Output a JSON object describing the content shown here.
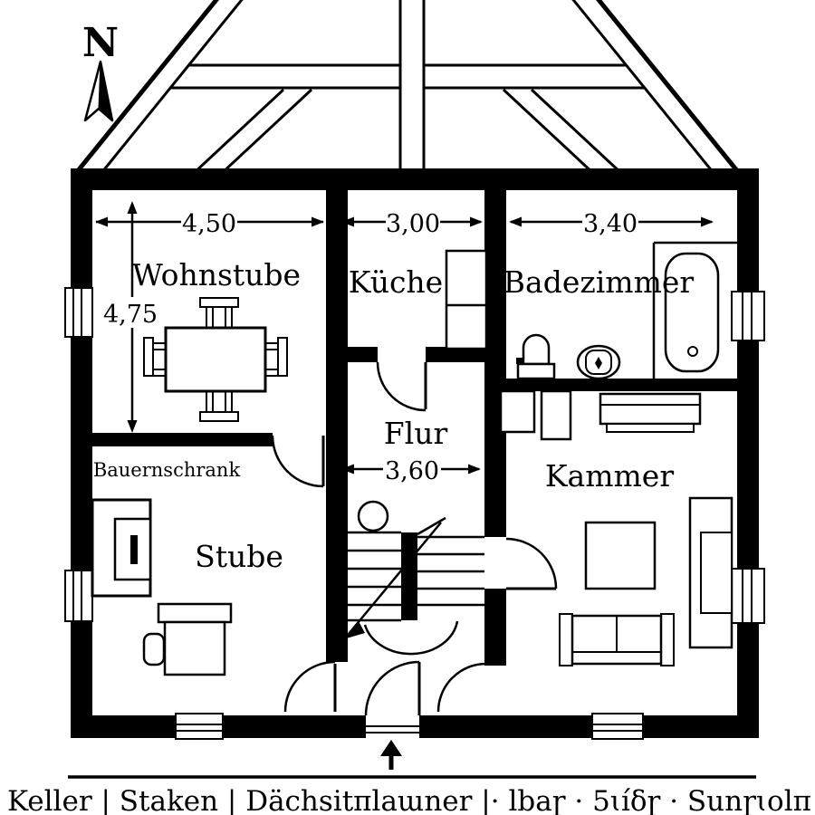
{
  "compass": {
    "label": "N"
  },
  "rooms": {
    "wohnstube": "Wohnstube",
    "kueche": "Küche",
    "badezimmer": "Badezimmer",
    "flur": "Flur",
    "kammer": "Kammer",
    "stube": "Stube"
  },
  "dimensions": {
    "wohnstube_width": "4,50",
    "kueche_width": "3,00",
    "badezimmer_width": "3,40",
    "left_height": "4,75",
    "flur_width": "3,60"
  },
  "annotations": {
    "bauernschrank": "Bauernschrank"
  },
  "caption": "Keller | Staken | Dächsitπlaɯner |· lbaɼ · 5ɩíδɼ · Sunɼɩolπ",
  "colors": {
    "ink": "#000000",
    "paper": "#ffffff"
  }
}
